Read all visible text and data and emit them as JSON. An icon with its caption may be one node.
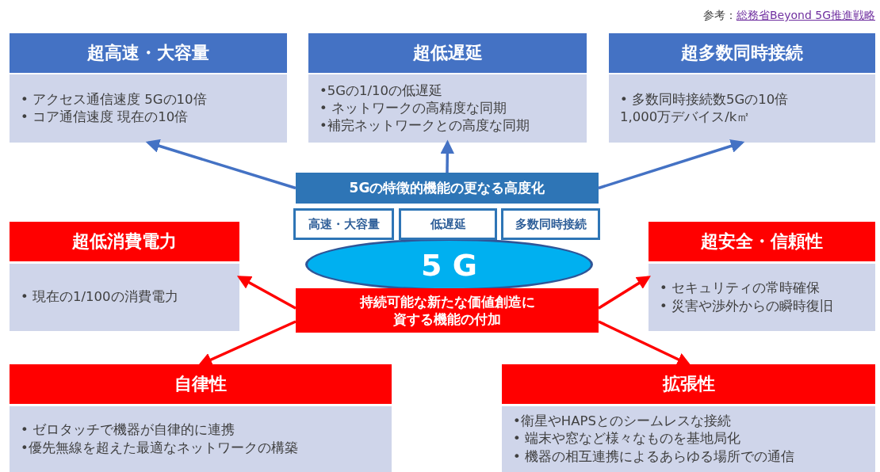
{
  "diagram": {
    "nodes": [
      {
        "text": [
          "超高速・大容量"
        ]
      },
      {
        "text": [
          "• アクセス通信速度 5Gの10倍",
          "• コア通信速度 現在の10倍"
        ]
      },
      {
        "text": [
          "超低遅延"
        ]
      },
      {
        "text": [
          "•5Gの1/10の低遅延",
          "• ネットワークの高精度な同期",
          "•補完ネットワークとの高度な同期"
        ]
      },
      {
        "text": [
          "超多数同時接続"
        ]
      },
      {
        "text": [
          "• 多数同時接続数5Gの10倍 1,000万デバイス/k㎡"
        ]
      },
      {
        "text": [
          "5Gの特徴的機能の更なる高度化"
        ]
      },
      {
        "text": [
          "高速・大容量"
        ]
      },
      {
        "text": [
          "低遅延"
        ]
      },
      {
        "text": [
          "多数同時接続"
        ]
      },
      {
        "text": [
          "5 G"
        ]
      },
      {
        "text": [
          "持続可能な新たな価値創造に資する機能の付加"
        ]
      },
      {
        "text": [
          "超低消費電力"
        ]
      },
      {
        "text": [
          "• 現在の1/100の消費電力"
        ]
      },
      {
        "text": [
          "超安全・信頼性"
        ]
      },
      {
        "text": [
          "• セキュリティの常時確保",
          "• 災害や渉外からの瞬時復旧"
        ]
      },
      {
        "text": [
          "自律性"
        ]
      },
      {
        "text": [
          "• ゼロタッチで機器が自律的に連携",
          "•優先無線を超えた最適なネットワークの構築"
        ]
      },
      {
        "text": [
          "拡張性"
        ]
      },
      {
        "text": [
          "•衛星やHAPSとのシームレスな接続",
          "• 端末や窓など様々なものを基地局化",
          "• 機器の相互連携によるあらゆる場所での通信"
        ]
      }
    ],
    "edges": [
      {
        "from": 6,
        "to": 1,
        "arrow": "to",
        "color": "#4472c4"
      },
      {
        "from": 6,
        "to": 3,
        "arrow": "to",
        "color": "#4472c4"
      },
      {
        "from": 6,
        "to": 5,
        "arrow": "to",
        "color": "#4472c4"
      },
      {
        "from": 11,
        "to": 13,
        "arrow": "to",
        "color": "#ff0000"
      },
      {
        "from": 11,
        "to": 15,
        "arrow": "to",
        "color": "#ff0000"
      },
      {
        "from": 11,
        "to": 16,
        "arrow": "to",
        "color": "#ff0000"
      },
      {
        "from": 11,
        "to": 18,
        "arrow": "to",
        "color": "#ff0000"
      }
    ],
    "labels": [
      "参考：",
      "総務省Beyond 5G推進戦略"
    ]
  }
}
